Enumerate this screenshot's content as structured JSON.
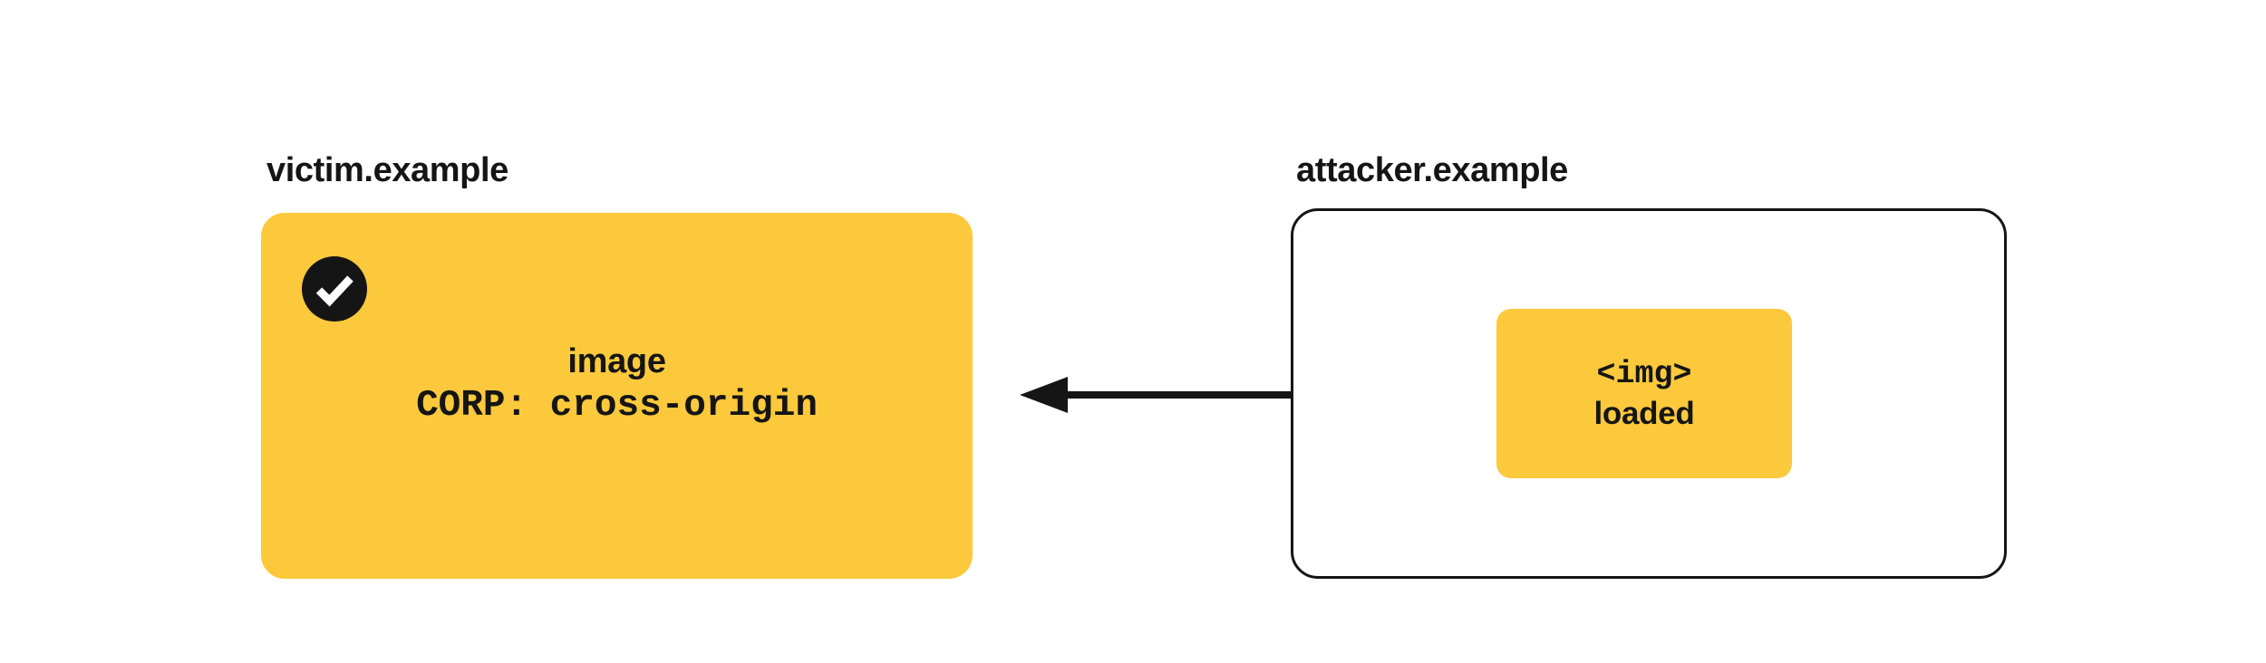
{
  "diagram": {
    "background_color": "#ffffff",
    "accent_color": "#FCC93C",
    "ink_color": "#151515",
    "origins": [
      {
        "id": "victim",
        "label": "victim.example",
        "box_style": "filled",
        "resource": {
          "name": "image",
          "header": "CORP: cross-origin",
          "status": "allowed",
          "status_icon": "check-circle-icon"
        }
      },
      {
        "id": "attacker",
        "label": "attacker.example",
        "box_style": "outlined",
        "element": {
          "tag": "<img>",
          "state": "loaded"
        }
      }
    ],
    "arrow": {
      "icon": "arrow-left-icon",
      "direction": "right-to-left",
      "from": "attacker.example",
      "to": "victim.example"
    }
  }
}
